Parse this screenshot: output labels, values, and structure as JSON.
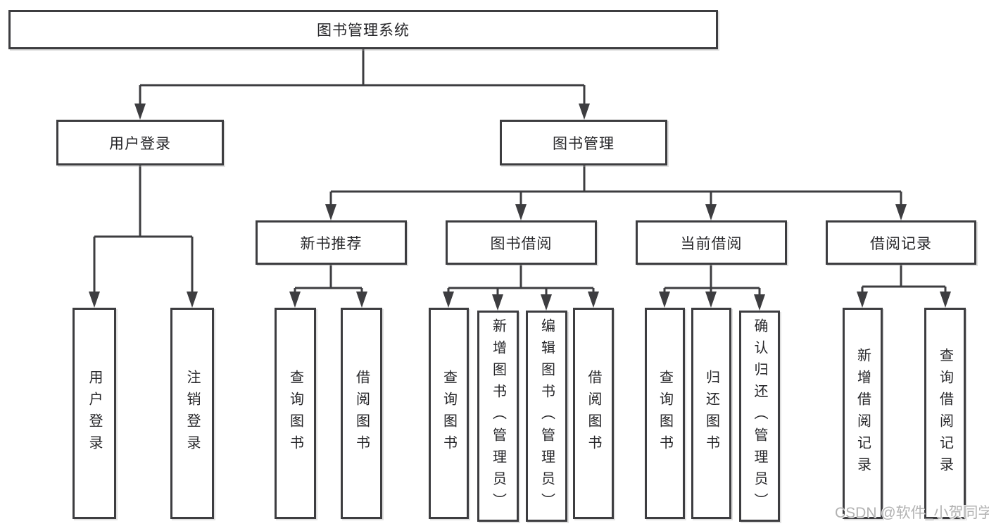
{
  "tree": {
    "root": {
      "label": "图书管理系统"
    },
    "branches": [
      {
        "label": "用户登录",
        "children": [
          {
            "label": "用户登录"
          },
          {
            "label": "注销登录"
          }
        ]
      },
      {
        "label": "图书管理",
        "children": [
          {
            "label": "新书推荐",
            "children": [
              {
                "label": "查询图书"
              },
              {
                "label": "借阅图书"
              }
            ]
          },
          {
            "label": "图书借阅",
            "children": [
              {
                "label": "查询图书"
              },
              {
                "label": "新增图书（管理员）"
              },
              {
                "label": "编辑图书（管理员）"
              },
              {
                "label": "借阅图书"
              }
            ]
          },
          {
            "label": "当前借阅",
            "children": [
              {
                "label": "查询图书"
              },
              {
                "label": "归还图书"
              },
              {
                "label": "确认归还（管理员）"
              }
            ]
          },
          {
            "label": "借阅记录",
            "children": [
              {
                "label": "新增借阅记录"
              },
              {
                "label": "查询借阅记录"
              }
            ]
          }
        ]
      }
    ]
  },
  "colors": {
    "line": "#3d3d40",
    "text": "#262629",
    "watermark": "#b2b2b2",
    "background": "#ffffff"
  },
  "watermark": "CSDN @软件_小贺同学"
}
